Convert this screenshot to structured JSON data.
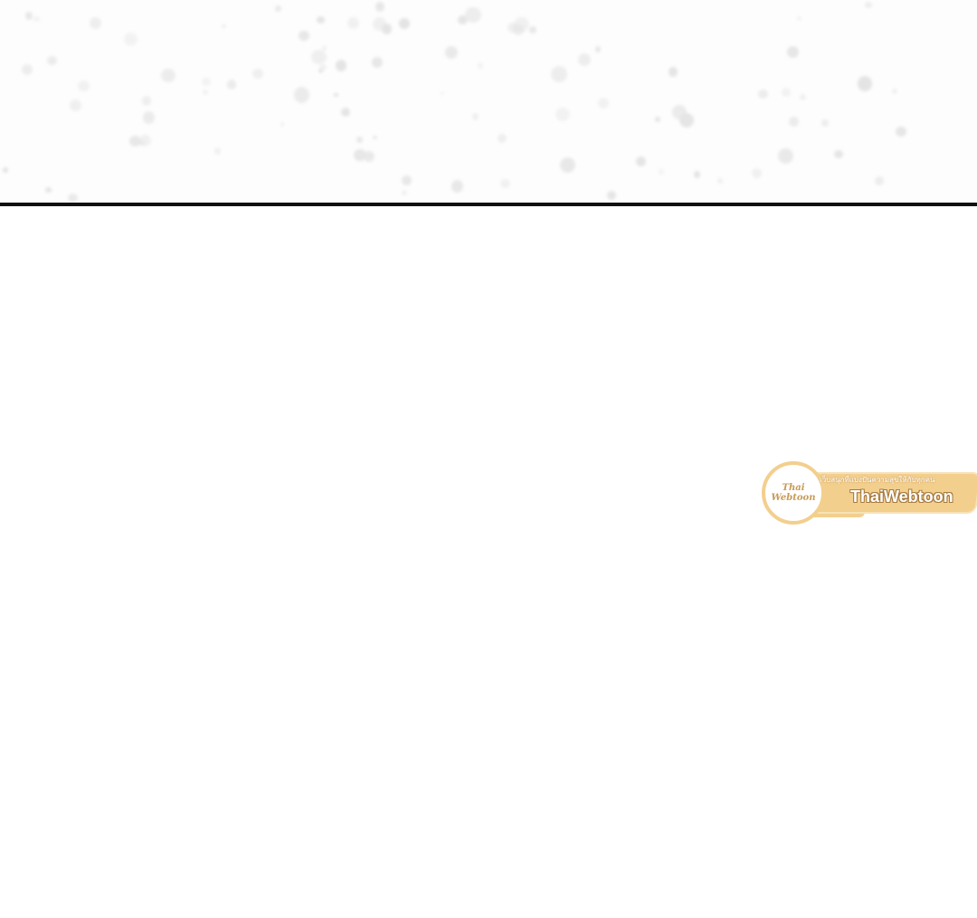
{
  "watermark": {
    "logo_text": "Thai Webtoon",
    "tagline": "เว็บสนุกที่แบ่งปันความสุขให้กับทุกคน",
    "name": "ThaiWebtoon",
    "accent_color": "#f3cf8e"
  }
}
